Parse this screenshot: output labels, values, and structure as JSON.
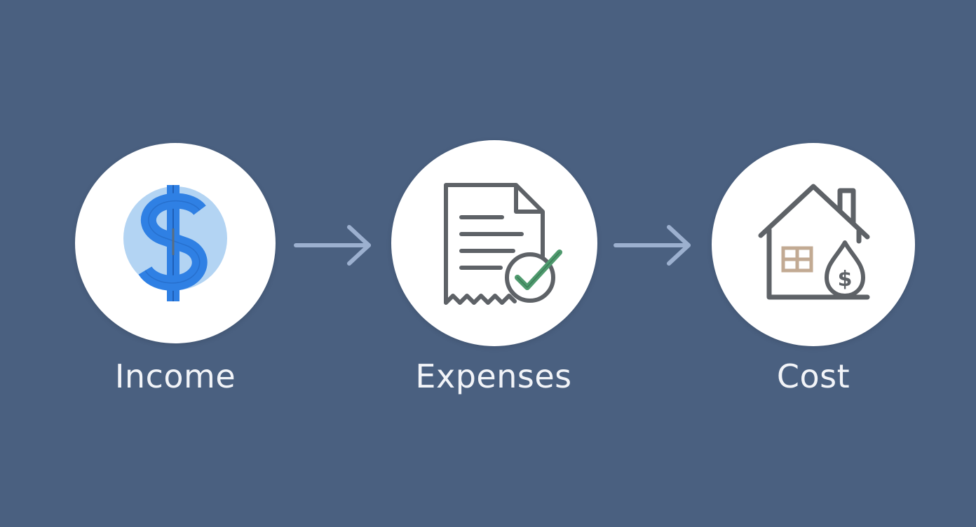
{
  "steps": [
    {
      "label": "Income",
      "icon": "dollar-sign-icon"
    },
    {
      "label": "Expenses",
      "icon": "receipt-check-icon"
    },
    {
      "label": "Cost",
      "icon": "house-dollar-icon"
    }
  ],
  "colors": {
    "background": "#4a6080",
    "circle": "#ffffff",
    "dollar_blue": "#2f80e4",
    "dollar_halo": "#b3d4f3",
    "icon_gray": "#5e6267",
    "check_green": "#4f9a6e",
    "window_tan": "#c2aa93",
    "arrow": "#9cb0cf",
    "label_text": "#f2f4f8"
  },
  "connectors": [
    "arrow-right-icon",
    "arrow-right-icon"
  ]
}
